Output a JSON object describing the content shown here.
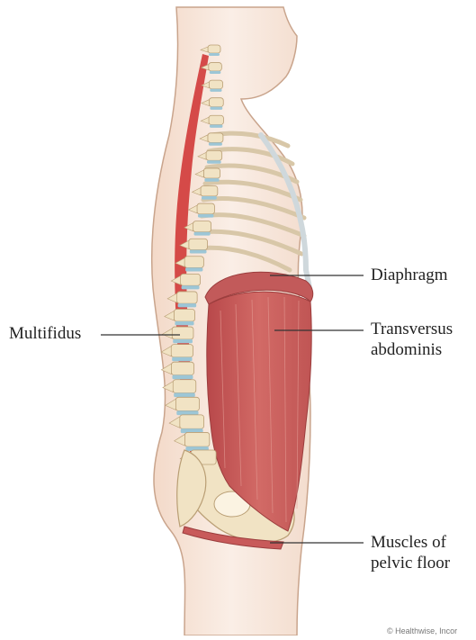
{
  "labels": {
    "multifidus": "Multifidus",
    "diaphragm": "Diaphragm",
    "transversus_line1": "Transversus",
    "transversus_line2": "abdominis",
    "pelvic_line1": "Muscles of",
    "pelvic_line2": "pelvic floor"
  },
  "credit": "© Healthwise, Incor",
  "colors": {
    "skin": "#f6e3d6",
    "skin_outline": "#c9a48c",
    "muscle": "#c85a5a",
    "muscle_light": "#e39a92",
    "bone": "#f1e3c4",
    "bone_outline": "#b99e74",
    "disc": "#9cc6d6",
    "multifidus": "#cf2f2f"
  }
}
